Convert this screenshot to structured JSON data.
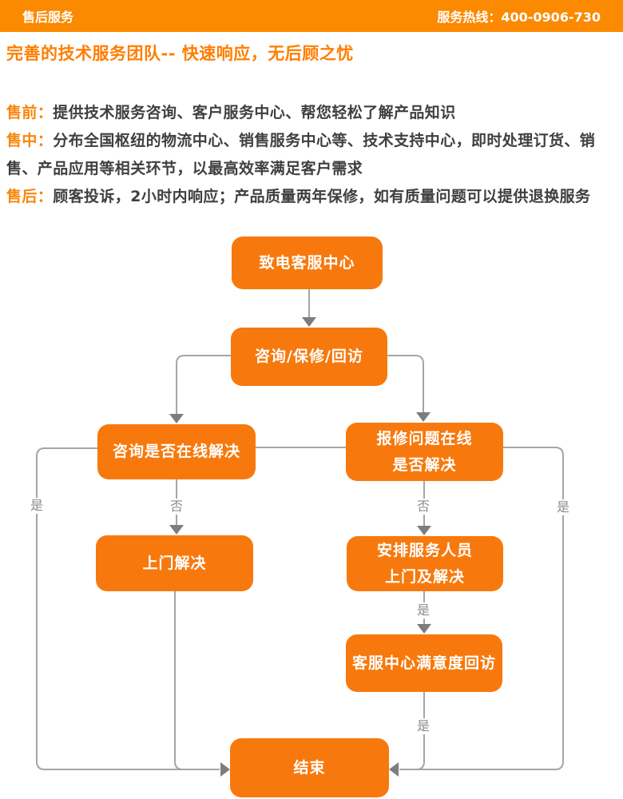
{
  "header": {
    "section_title": "售后服务",
    "hotline": "服务热线：400-0906-730"
  },
  "page": {
    "heading": "完善的技术服务团队-- 快速响应，无后顾之忧"
  },
  "intro": [
    {
      "label": "售前：",
      "text": "提供技术服务咨询、客户服务中心、帮您轻松了解产品知识"
    },
    {
      "label": "售中：",
      "text": "分布全国枢纽的物流中心、销售服务中心等、技术支持中心，即时处理订货、销售、产品应用等相关环节，以最高效率满足客户需求"
    },
    {
      "label": "售后：",
      "text": "顾客投诉，2小时内响应；产品质量两年保修，如有质量问题可以提供退换服务"
    }
  ],
  "flowchart": {
    "nodes": {
      "call_center": "致电客服中心",
      "consult": "咨询/保修/回访",
      "online_consult": "咨询是否在线解决",
      "repair_line1": "报修问题在线",
      "repair_line2": "是否解决",
      "onsite": "上门解决",
      "arrange_line1": "安排服务人员",
      "arrange_line2": "上门及解决",
      "satisfaction": "客服中心满意度回访",
      "end": "结束"
    },
    "labels": {
      "yes": "是",
      "no": "否"
    }
  },
  "colors": {
    "header_bg": "#fb8a00",
    "heading": "#ff7e00",
    "intro_label": "#f8860b",
    "body_text": "#3f3f3f",
    "node_bg": "#f7790d",
    "node_text": "#ffffff",
    "line": "#a5a5a5",
    "arrow": "#7d7d7d",
    "edge_label": "#8c8c8c"
  }
}
